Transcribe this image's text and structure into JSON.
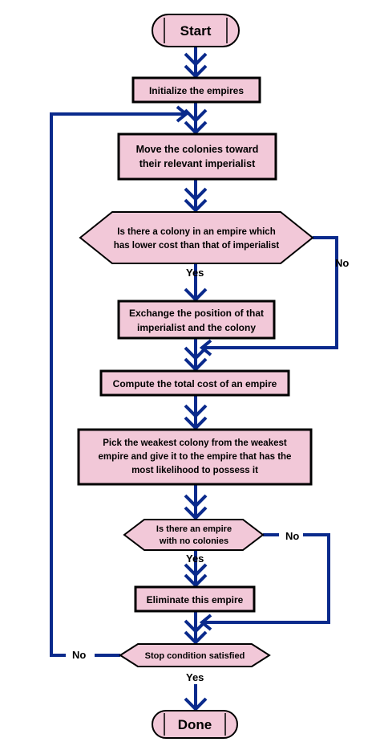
{
  "colors": {
    "node_fill": "#f2c8d8",
    "node_stroke": "#000000",
    "arrow": "#0a2a8c"
  },
  "nodes": {
    "start": {
      "lines": [
        "Start"
      ]
    },
    "init": {
      "lines": [
        "Initialize the empires"
      ]
    },
    "move": {
      "lines": [
        "Move the colonies toward",
        "their relevant imperialist"
      ]
    },
    "decision1": {
      "lines": [
        "Is there a colony in an empire which",
        "has lower cost than that of imperialist"
      ]
    },
    "exchange": {
      "lines": [
        "Exchange the position of that",
        "imperialist and the colony"
      ]
    },
    "compute": {
      "lines": [
        "Compute the total cost of an empire"
      ]
    },
    "pick": {
      "lines": [
        "Pick the weakest colony from the weakest",
        "empire and give it to the empire that has the",
        "most likelihood to possess it"
      ]
    },
    "decision2": {
      "lines": [
        "Is there an empire",
        "with no colonies"
      ]
    },
    "eliminate": {
      "lines": [
        "Eliminate this empire"
      ]
    },
    "stop": {
      "lines": [
        "Stop condition satisfied"
      ]
    },
    "done": {
      "lines": [
        "Done"
      ]
    }
  },
  "labels": {
    "d1_yes": "Yes",
    "d1_no": "No",
    "d2_yes": "Yes",
    "d2_no": "No",
    "stop_yes": "Yes",
    "stop_no": "No"
  }
}
